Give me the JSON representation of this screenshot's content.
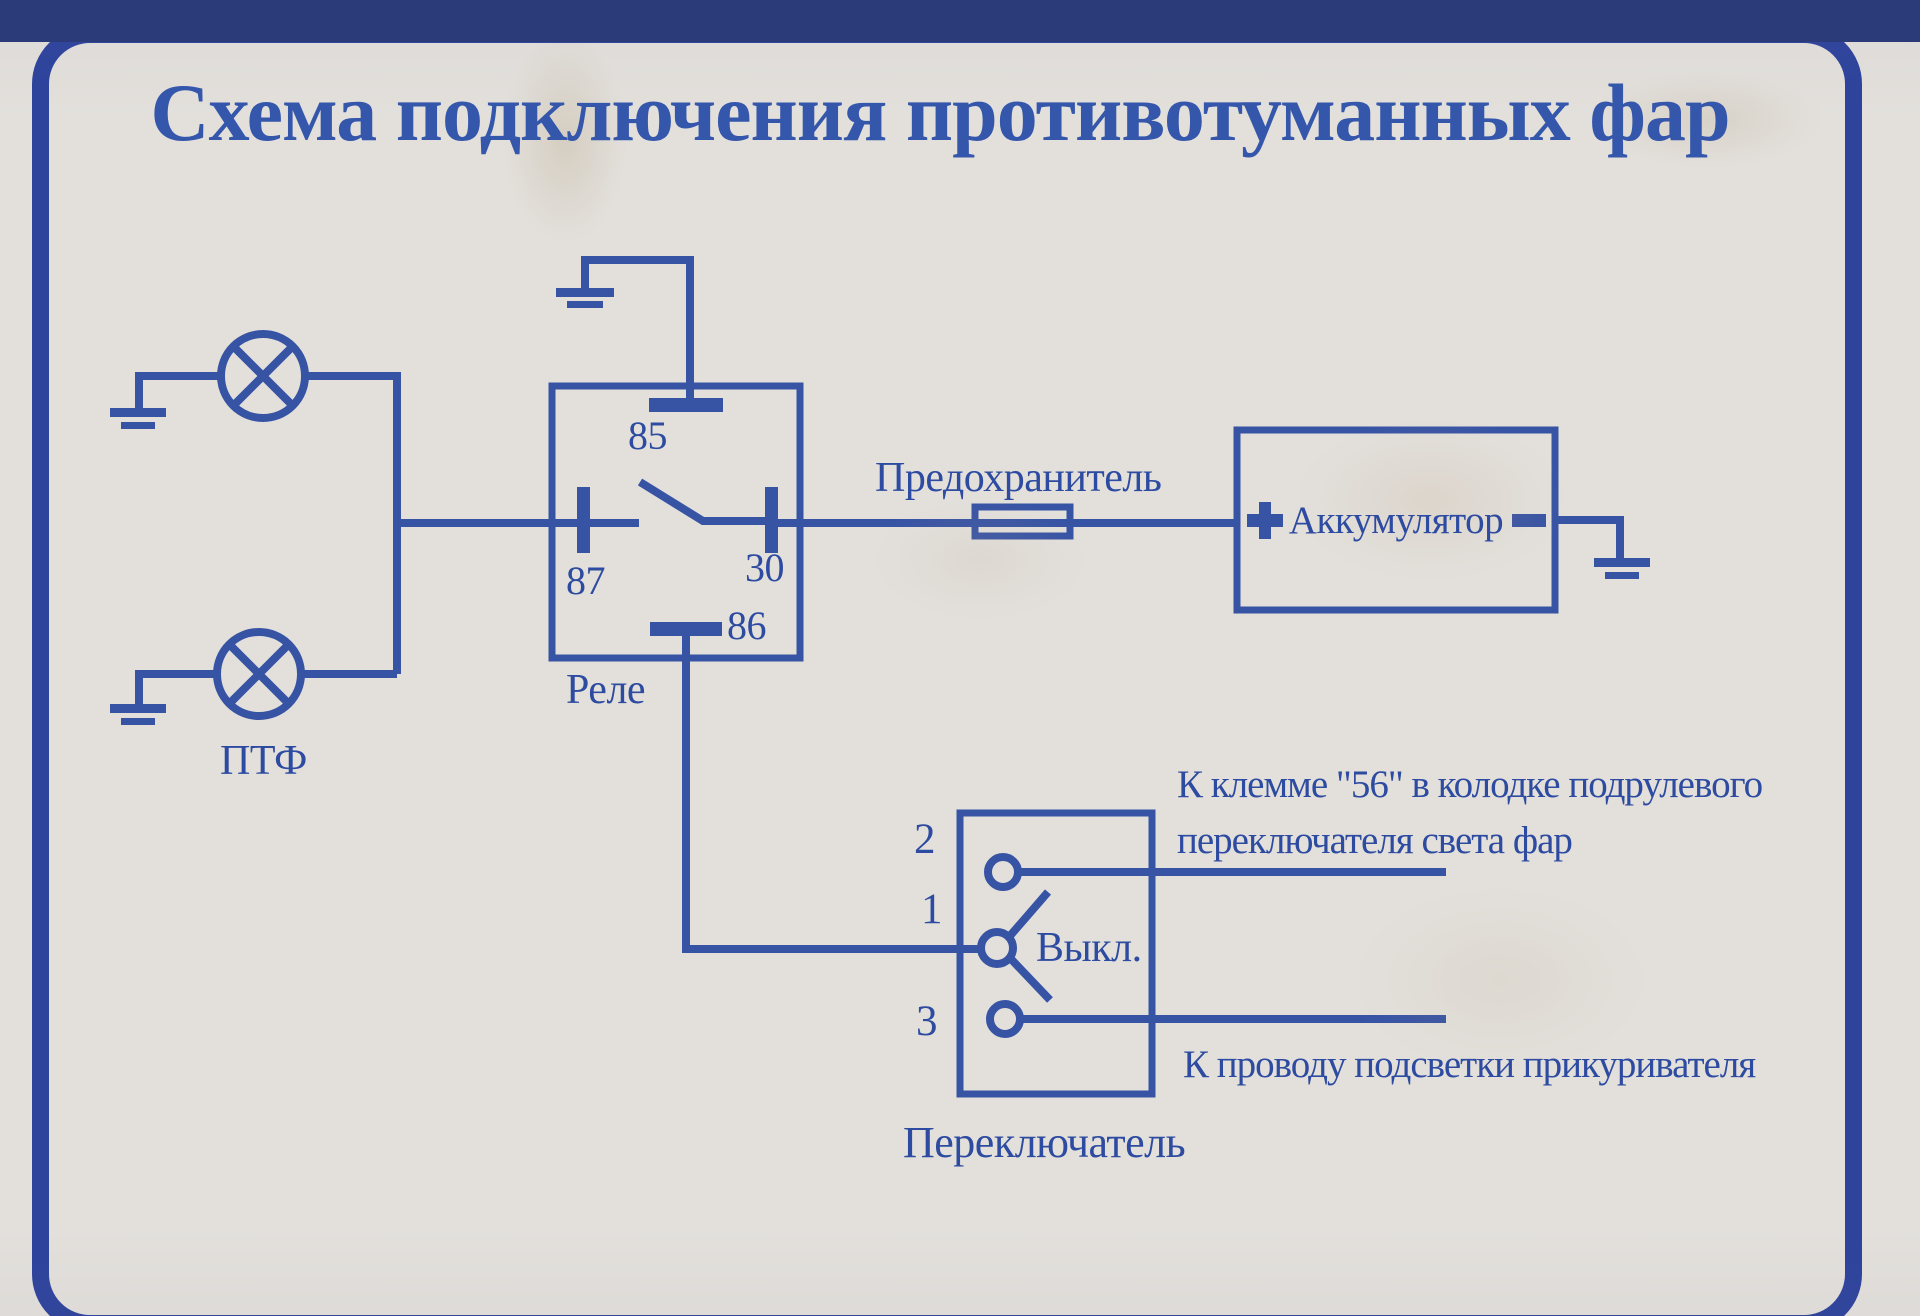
{
  "title": "Схема подключения противотуманных фар",
  "components": {
    "fog_lamps": {
      "label": "ПТФ"
    },
    "relay": {
      "label": "Реле",
      "terminals": {
        "t85": "85",
        "t87": "87",
        "t30": "30",
        "t86": "86"
      }
    },
    "fuse": {
      "label": "Предохранитель"
    },
    "battery": {
      "label": "Аккумулятор",
      "plus_symbol": "+",
      "minus_symbol": "−"
    },
    "switch": {
      "label": "Переключатель",
      "off_label": "Выкл.",
      "pins": {
        "p2": "2",
        "p1": "1",
        "p3": "3"
      }
    }
  },
  "annotations": {
    "terminal56_line1": "К клемме \"56\" в колодке подрулевого",
    "terminal56_line2": "переключателя света фар",
    "cigarette_lighter": "К проводу подсветки прикуривателя"
  },
  "colors": {
    "ink": "#3753a4",
    "text": "#2d4ba0",
    "frame": "#2d439c",
    "paper": "#e3e0dc",
    "photo_edge": "#2b3a78"
  }
}
